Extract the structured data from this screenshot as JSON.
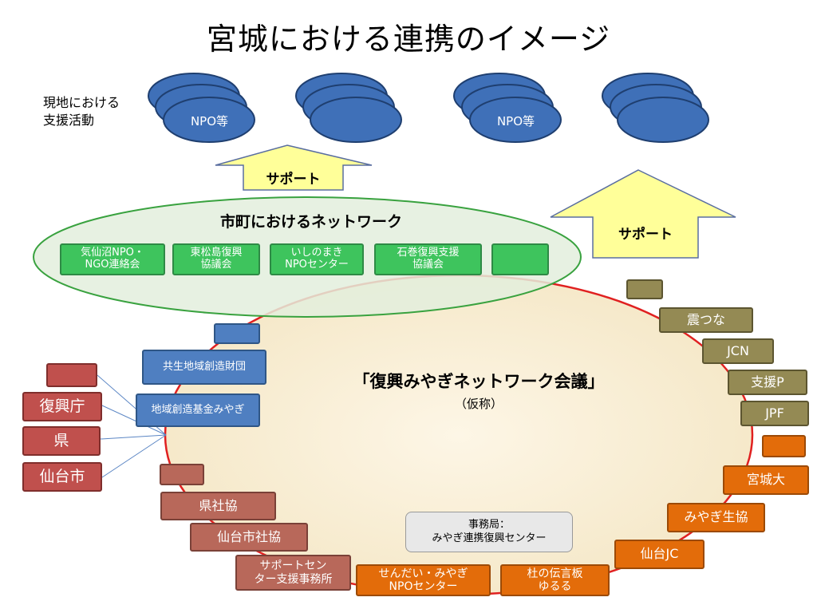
{
  "title": "宮城における連携のイメージ",
  "local_activity_label": "現地における\n支援活動",
  "npo_clusters": [
    {
      "label": "NPO等"
    },
    {
      "label": ""
    },
    {
      "label": "NPO等"
    },
    {
      "label": ""
    }
  ],
  "arrows": {
    "left_label": "サポート",
    "right_label": "サポート"
  },
  "municipal_network": {
    "title": "市町におけるネットワーク",
    "boxes": [
      {
        "label": "気仙沼NPO・\nNGO連絡会"
      },
      {
        "label": "東松島復興\n協議会"
      },
      {
        "label": "いしのまき\nNPOセンター"
      },
      {
        "label": "石巻復興支援\n協議会"
      },
      {
        "label": ""
      }
    ]
  },
  "central": {
    "title": "「復興みやぎネットワーク会議」",
    "subtitle": "（仮称）",
    "secretariat": "事務局：\nみやぎ連携復興センター"
  },
  "government": [
    {
      "label": ""
    },
    {
      "label": "復興庁"
    },
    {
      "label": "県"
    },
    {
      "label": "仙台市"
    }
  ],
  "foundations": [
    {
      "label": ""
    },
    {
      "label": "共生地域創造財団"
    },
    {
      "label": "地域創造基金みやぎ"
    }
  ],
  "social_welfare": [
    {
      "label": ""
    },
    {
      "label": "県社協"
    },
    {
      "label": "仙台市社協"
    },
    {
      "label": "サポートセン\nター支援事務所"
    }
  ],
  "orange_orgs": [
    {
      "label": "せんだい・みやぎ\nNPOセンター"
    },
    {
      "label": "杜の伝言板\nゆるる"
    },
    {
      "label": "仙台JC"
    },
    {
      "label": "みやぎ生協"
    },
    {
      "label": "宮城大"
    },
    {
      "label": ""
    }
  ],
  "olive_orgs": [
    {
      "label": ""
    },
    {
      "label": "震つな"
    },
    {
      "label": "JCN"
    },
    {
      "label": "支援P"
    },
    {
      "label": "JPF"
    }
  ],
  "colors": {
    "green": "#3ec45d",
    "blue": "#4f7fc1",
    "red": "#c0504d",
    "brown": "#b8685a",
    "olive": "#948a54",
    "orange": "#e36c0a",
    "arrow_fill": "#ffff99",
    "ring": "#e02020",
    "npo_blue": "#3f70b8"
  }
}
